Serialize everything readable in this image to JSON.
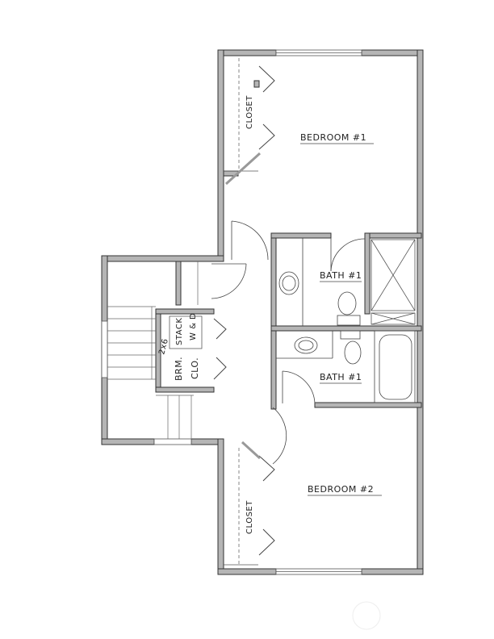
{
  "plan": {
    "rooms": {
      "bedroom1": "BEDROOM #1",
      "bedroom2": "BEDROOM #2",
      "bath_upper": "BATH #1",
      "bath_lower": "BATH #1",
      "closet_upper": "CLOSET",
      "closet_lower": "CLOSET",
      "stack": "STACK",
      "wd": "W & D",
      "brm": "BRM.",
      "clo": "CLO.",
      "wall_note": "2x6"
    },
    "colors": {
      "wall_fill": "#b5b5b5",
      "wall_stroke": "#333333",
      "line": "#444444"
    }
  }
}
